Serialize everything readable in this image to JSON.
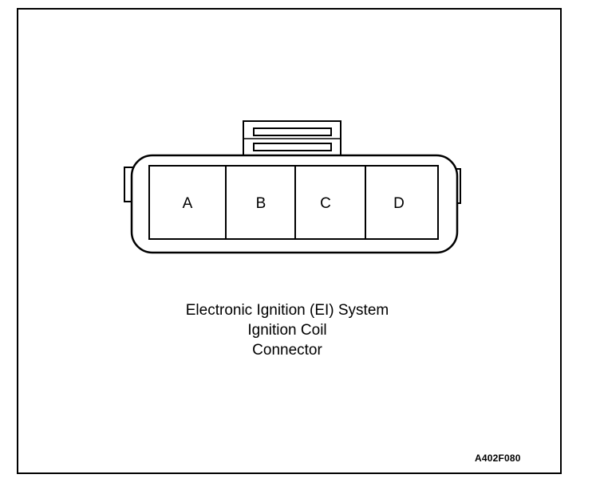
{
  "connector": {
    "pins": [
      "A",
      "B",
      "C",
      "D"
    ]
  },
  "caption": {
    "line1": "Electronic Ignition (EI) System",
    "line2": "Ignition Coil",
    "line3": "Connector"
  },
  "reference_code": "A402F080"
}
